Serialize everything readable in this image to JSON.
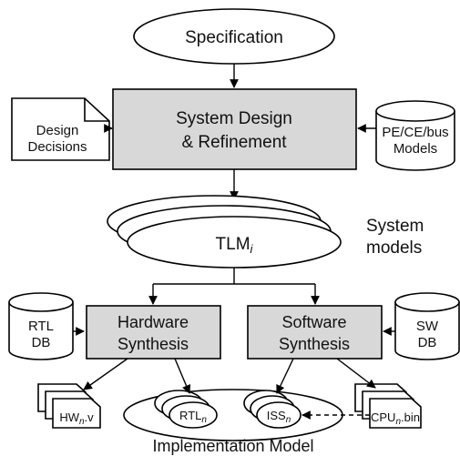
{
  "nodes": {
    "specification": "Specification",
    "system_design_line1": "System Design",
    "system_design_line2": "& Refinement",
    "design_decisions_line1": "Design",
    "design_decisions_line2": "Decisions",
    "models_db_line1": "PE/CE/bus",
    "models_db_line2": "Models",
    "tlm": "TLM",
    "tlm_sub": "i",
    "system_models_line1": "System",
    "system_models_line2": "models",
    "rtl_db_line1": "RTL",
    "rtl_db_line2": "DB",
    "hw_synth_line1": "Hardware",
    "hw_synth_line2": "Synthesis",
    "sw_synth_line1": "Software",
    "sw_synth_line2": "Synthesis",
    "sw_db_line1": "SW",
    "sw_db_line2": "DB",
    "hw_file": "HW",
    "hw_file_sub": "n",
    "hw_file_ext": ".v",
    "rtl": "RTL",
    "rtl_sub": "n",
    "iss": "ISS",
    "iss_sub": "n",
    "cpu_file": "CPU",
    "cpu_file_sub": "n",
    "cpu_file_ext": ".bin",
    "cpu_file_partial": "C",
    "implementation_model": "Implementation Model"
  },
  "colors": {
    "box_fill": "#d8d8d8",
    "stroke": "#000000",
    "background": "#ffffff"
  }
}
